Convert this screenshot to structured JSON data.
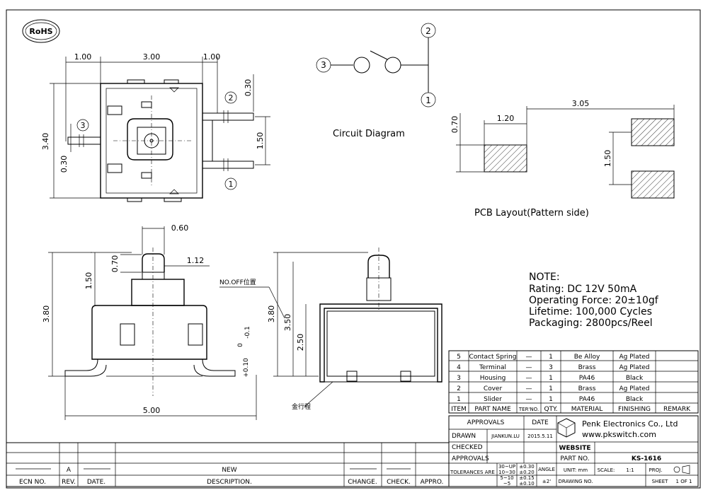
{
  "rohs": "RoHS",
  "dims_top": {
    "left": "1.00",
    "mid": "3.00",
    "right": "1.00",
    "h_total": "3.40",
    "h_low": "0.30",
    "pin_top": "0.30",
    "pin_pitch": "1.50"
  },
  "dims_front": {
    "plunger_w": "0.60",
    "plunger_h": "0.70",
    "stroke": "1.50",
    "height": "3.80",
    "travel": "1.12",
    "width": "5.00"
  },
  "dims_side": {
    "height": "3.80",
    "h2": "3.50",
    "h3": "2.50",
    "tol": "+0.10 -0.1",
    "tol_a": "0",
    "tol_b": "-0.1",
    "tol_c": "+0.10"
  },
  "labels": {
    "no_off": "NO.OFF位置",
    "gold": "金行程",
    "circuit": "Circuit Diagram",
    "pcb": "PCB Layout(Pattern side)"
  },
  "pins": {
    "p1": "1",
    "p2": "2",
    "p3": "3"
  },
  "pcb": {
    "pad_h": "0.70",
    "pad_w": "1.20",
    "span": "3.05",
    "pitch": "1.50"
  },
  "note": {
    "title": "NOTE:",
    "lines": [
      "Rating: DC 12V 50mA",
      "Operating Force: 20±10gf",
      "Lifetime: 100,000 Cycles",
      "Packaging: 2800pcs/Reel"
    ]
  },
  "bom": {
    "rows": [
      {
        "item": "5",
        "part": "Contact Spring",
        "ter": "—",
        "qty": "1",
        "material": "Be Alloy",
        "finish": "Ag Plated",
        "remark": ""
      },
      {
        "item": "4",
        "part": "Terminal",
        "ter": "—",
        "qty": "3",
        "material": "Brass",
        "finish": "Ag Plated",
        "remark": ""
      },
      {
        "item": "3",
        "part": "Housing",
        "ter": "—",
        "qty": "1",
        "material": "PA46",
        "finish": "Black",
        "remark": ""
      },
      {
        "item": "2",
        "part": "Cover",
        "ter": "—",
        "qty": "1",
        "material": "Brass",
        "finish": "Ag Plated",
        "remark": ""
      },
      {
        "item": "1",
        "part": "Slider",
        "ter": "—",
        "qty": "1",
        "material": "PA46",
        "finish": "Black",
        "remark": ""
      }
    ],
    "header": {
      "item": "ITEM",
      "part": "PART NAME",
      "ter": "TER'NO.",
      "qty": "QTY.",
      "material": "MATERIAL",
      "finish": "FINISHING",
      "remark": "REMARK"
    }
  },
  "title_block": {
    "approvals": "APPROVALS",
    "date": "DATE",
    "drawn": "DRAWN",
    "drawn_by": "JIANKUN.LU",
    "drawn_date": "2015.5.11",
    "checked": "CHECKED",
    "approvals2": "APPROVALS",
    "company": "Penk Electronics Co., Ltd",
    "url": "www.pkswitch.com",
    "website": "WEBSITE",
    "part_no_label": "PART NO.",
    "part_no": "KS-1616",
    "tolerances": "TOLERANCES ARE",
    "tol_rows": [
      [
        "30~UP",
        "±0.30"
      ],
      [
        "10~30",
        "±0.20"
      ],
      [
        "5~10",
        "±0.15"
      ],
      [
        "~5",
        "±0.10"
      ]
    ],
    "angle": "ANGLE",
    "angle_val": "±2'",
    "unit": "UNIT: mm",
    "scale": "SCALE:",
    "scale_val": "1:1",
    "proj": "PROJ.",
    "drawing_no": "DRAWING NO.",
    "sheet": "SHEET",
    "sheet_val": "1 OF 1"
  },
  "rev_block": {
    "rev_letter": "A",
    "new": "NEW",
    "ecn": "ECN NO.",
    "rev": "REV.",
    "date": "DATE.",
    "desc": "DESCRIPTION.",
    "change": "CHANGE.",
    "check": "CHECK.",
    "appro": "APPRO."
  }
}
